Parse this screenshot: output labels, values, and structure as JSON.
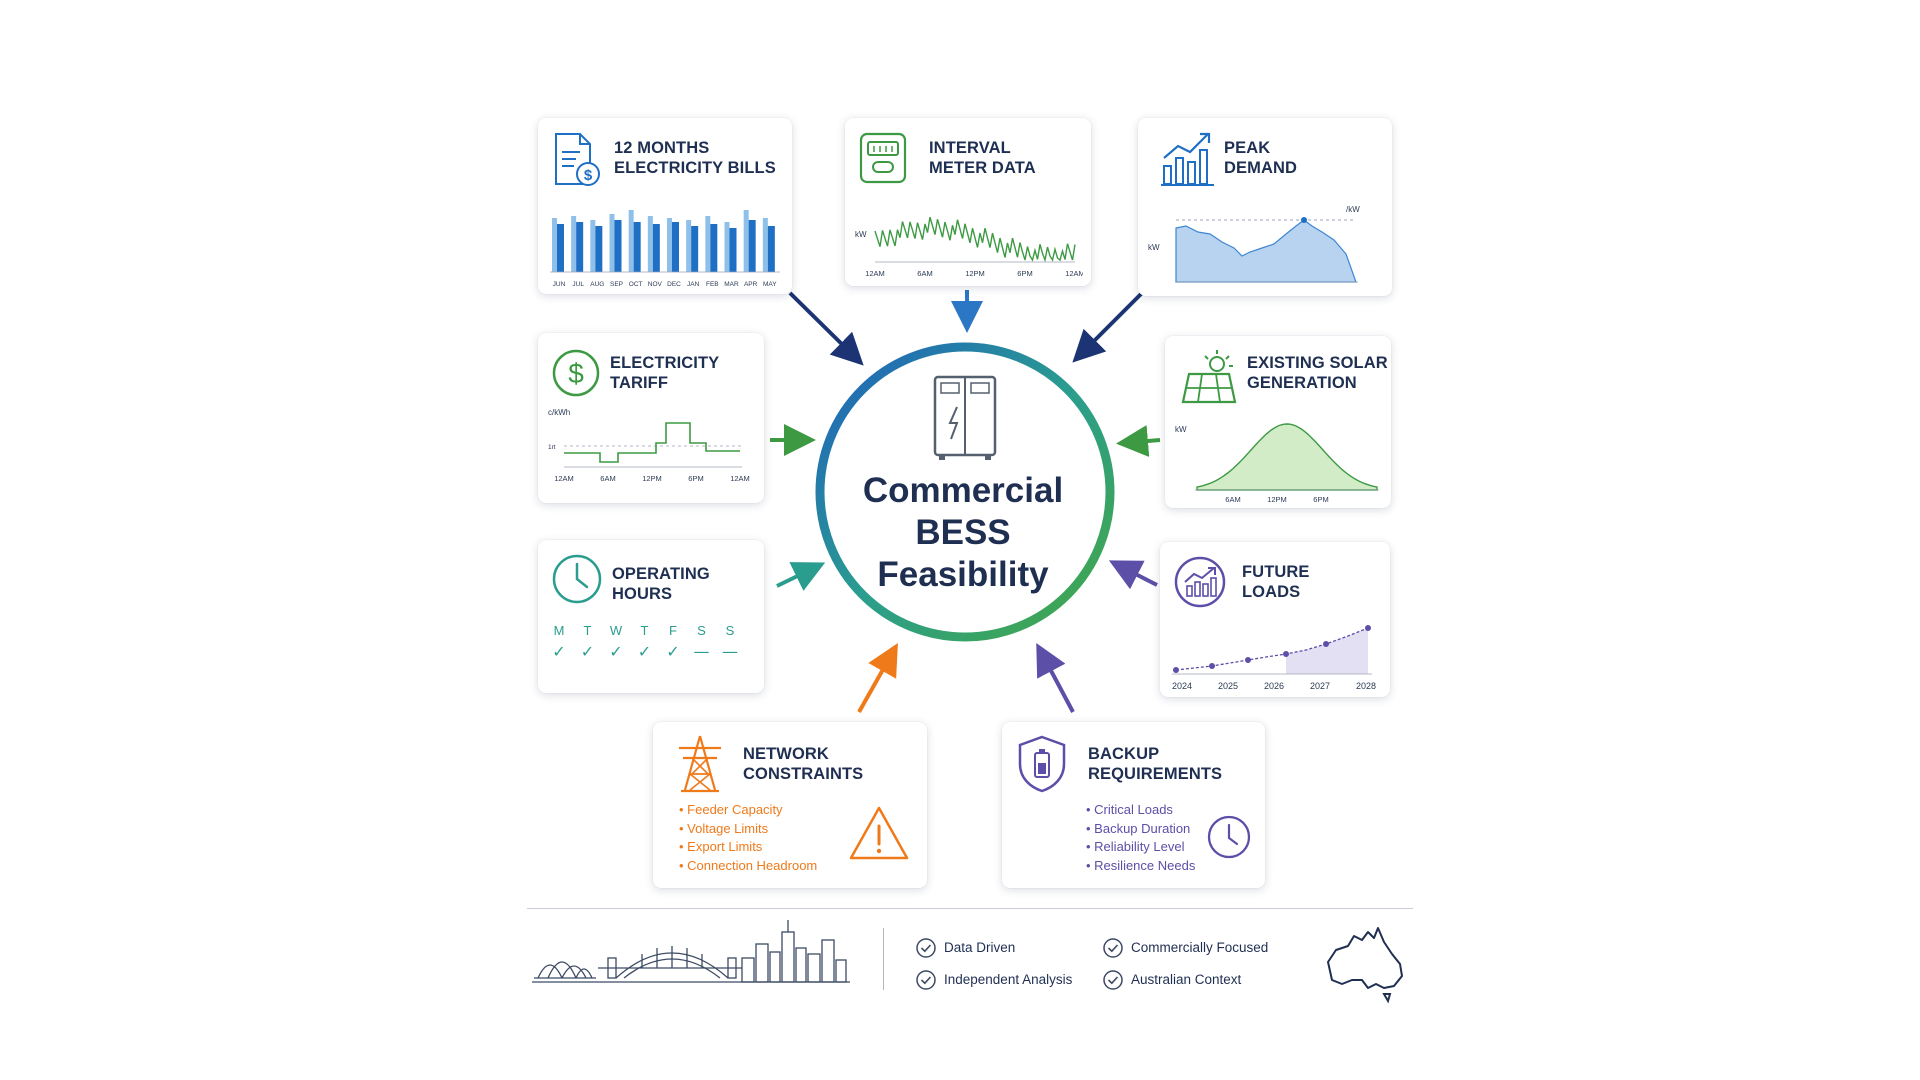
{
  "hub": {
    "title_lines": [
      "Commercial",
      "BESS",
      "Feasibility"
    ]
  },
  "cards": {
    "bills": {
      "title_lines": [
        "12 MONTHS",
        "ELECTRICITY BILLS"
      ],
      "months": [
        "JUN",
        "JUL",
        "AUG",
        "SEP",
        "OCT",
        "NOV",
        "DEC",
        "JAN",
        "FEB",
        "MAR",
        "APR",
        "MAY"
      ],
      "icon": "bill-dollar-icon"
    },
    "meter": {
      "title_lines": [
        "INTERVAL",
        "METER DATA"
      ],
      "y_unit": "kW",
      "x_ticks": [
        "12AM",
        "6AM",
        "12PM",
        "6PM",
        "12AM"
      ],
      "icon": "smart-meter-icon"
    },
    "peak": {
      "title_lines": [
        "PEAK",
        "DEMAND"
      ],
      "y_unit": "kW",
      "peak_unit": "/kW",
      "icon": "bar-chart-trend-icon"
    },
    "tariff": {
      "title_lines": [
        "ELECTRICITY",
        "TARIFF"
      ],
      "y_unit": "c/kWh",
      "ref_label": "1rt",
      "x_ticks": [
        "12AM",
        "6AM",
        "12PM",
        "6PM",
        "12AM"
      ],
      "icon": "dollar-circle-icon"
    },
    "solar": {
      "title_lines": [
        "EXISTING SOLAR",
        "GENERATION"
      ],
      "y_unit": "kW",
      "x_ticks": [
        "6AM",
        "12PM",
        "6PM"
      ],
      "icon": "solar-panel-icon"
    },
    "hours": {
      "title_lines": [
        "OPERATING",
        "HOURS"
      ],
      "days": [
        {
          "d": "M",
          "mark": "✓"
        },
        {
          "d": "T",
          "mark": "✓"
        },
        {
          "d": "W",
          "mark": "✓"
        },
        {
          "d": "T",
          "mark": "✓"
        },
        {
          "d": "F",
          "mark": "✓"
        },
        {
          "d": "S",
          "mark": "—"
        },
        {
          "d": "S",
          "mark": "—"
        }
      ],
      "icon": "clock-icon"
    },
    "future": {
      "title_lines": [
        "FUTURE",
        "LOADS"
      ],
      "years": [
        "2024",
        "2025",
        "2026",
        "2027",
        "2028"
      ],
      "icon": "growth-chart-circle-icon"
    },
    "network": {
      "title_lines": [
        "NETWORK",
        "CONSTRAINTS"
      ],
      "items": [
        "Feeder Capacity",
        "Voltage Limits",
        "Export Limits",
        "Connection Headroom"
      ],
      "icon": "transmission-tower-icon"
    },
    "backup": {
      "title_lines": [
        "BACKUP",
        "REQUIREMENTS"
      ],
      "items": [
        "Critical Loads",
        "Backup Duration",
        "Reliability Level",
        "Resilience Needs"
      ],
      "icon": "shield-battery-icon"
    }
  },
  "footer": {
    "features": [
      "Data Driven",
      "Commercially Focused",
      "Independent Analysis",
      "Australian Context"
    ]
  },
  "colors": {
    "navy": "#1f2f52",
    "blue": "#1f6fc4",
    "green": "#3d9a43",
    "teal": "#2a9d8f",
    "orange": "#ef7a1a",
    "purple": "#5b4fa8"
  }
}
